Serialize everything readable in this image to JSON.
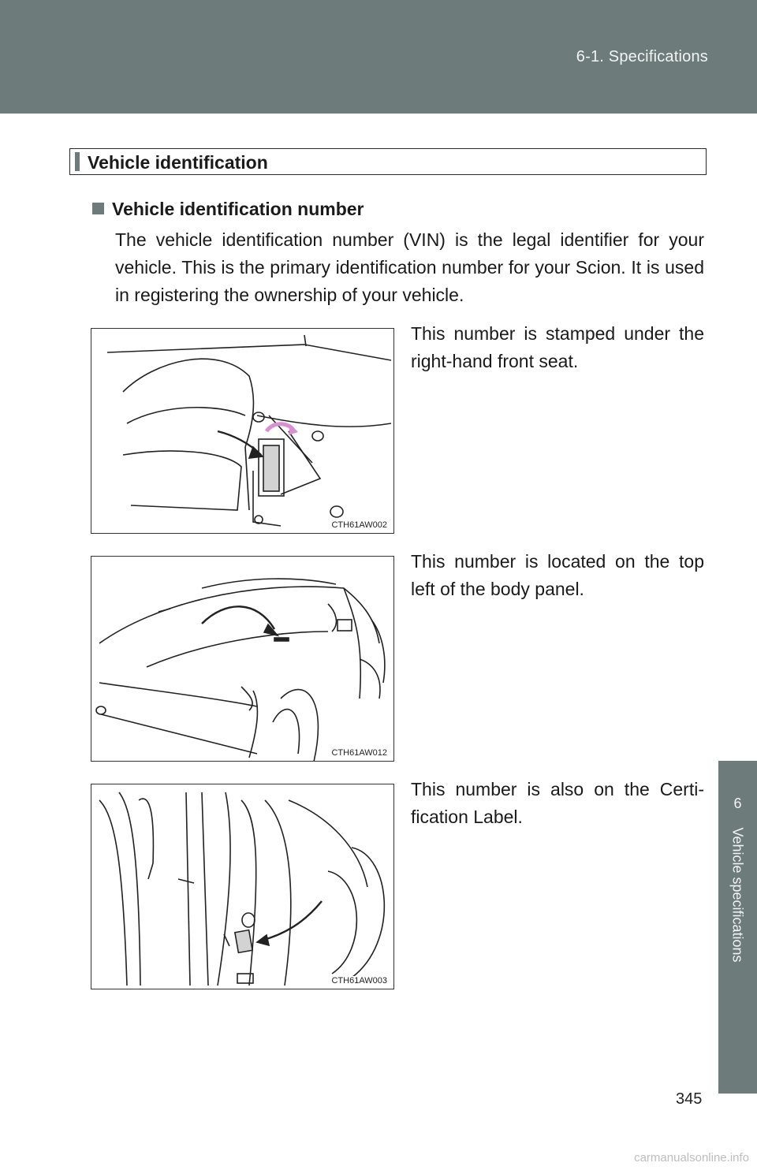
{
  "header": {
    "section": "6-1. Specifications"
  },
  "side_tab": {
    "number": "6",
    "label": "Vehicle specifications"
  },
  "section": {
    "title": "Vehicle identification"
  },
  "subsection": {
    "title": "Vehicle identification number",
    "body": "The vehicle identification number (VIN) is the legal identifier for your vehicle. This is the primary identification number for your Scion. It is used in registering the ownership of your vehicle."
  },
  "figures": [
    {
      "code": "CTH61AW002",
      "caption": "This number is stamped under the right-hand front seat."
    },
    {
      "code": "CTH61AW012",
      "caption": "This number is located on the top left of the body panel."
    },
    {
      "code": "CTH61AW003",
      "caption": "This number is also on the Certi-fication Label."
    }
  ],
  "page_number": "345",
  "watermark": "carmanualsonline.info",
  "colors": {
    "header_band": "#6e7b7b",
    "arrow_accent": "#d98fd0"
  }
}
